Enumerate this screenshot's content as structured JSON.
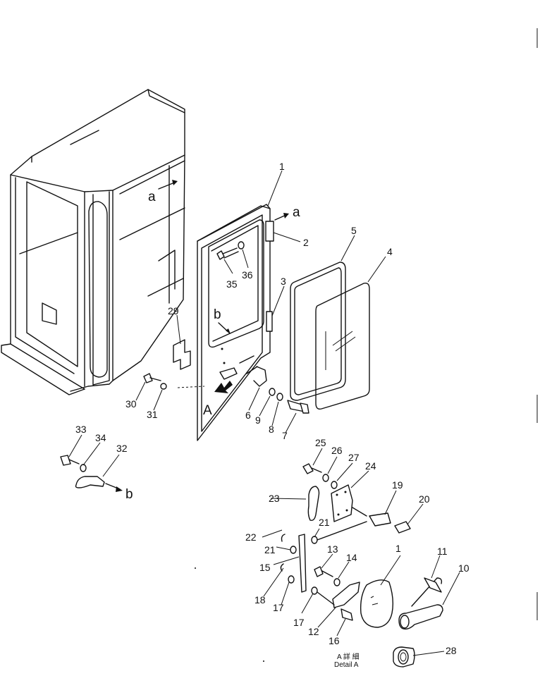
{
  "callouts": [
    {
      "id": "c1",
      "text": "1"
    },
    {
      "id": "c2",
      "text": "2"
    },
    {
      "id": "c3",
      "text": "3"
    },
    {
      "id": "c4",
      "text": "4"
    },
    {
      "id": "c5",
      "text": "5"
    },
    {
      "id": "c6",
      "text": "6"
    },
    {
      "id": "c7",
      "text": "7"
    },
    {
      "id": "c8",
      "text": "8"
    },
    {
      "id": "c9",
      "text": "9"
    },
    {
      "id": "c10",
      "text": "10"
    },
    {
      "id": "c11",
      "text": "11"
    },
    {
      "id": "c12",
      "text": "12"
    },
    {
      "id": "c13",
      "text": "13"
    },
    {
      "id": "c14",
      "text": "14"
    },
    {
      "id": "c15",
      "text": "15"
    },
    {
      "id": "c16",
      "text": "16"
    },
    {
      "id": "c17a",
      "text": "17"
    },
    {
      "id": "c17b",
      "text": "17"
    },
    {
      "id": "c18",
      "text": "18"
    },
    {
      "id": "c19",
      "text": "19"
    },
    {
      "id": "c20",
      "text": "20"
    },
    {
      "id": "c21a",
      "text": "21"
    },
    {
      "id": "c21b",
      "text": "21"
    },
    {
      "id": "c22",
      "text": "22"
    },
    {
      "id": "c23",
      "text": "23"
    },
    {
      "id": "c24",
      "text": "24"
    },
    {
      "id": "c25",
      "text": "25"
    },
    {
      "id": "c26",
      "text": "26"
    },
    {
      "id": "c27",
      "text": "27"
    },
    {
      "id": "c28",
      "text": "28"
    },
    {
      "id": "c29",
      "text": "29"
    },
    {
      "id": "c30",
      "text": "30"
    },
    {
      "id": "c31",
      "text": "31"
    },
    {
      "id": "c32",
      "text": "32"
    },
    {
      "id": "c33",
      "text": "33"
    },
    {
      "id": "c34",
      "text": "34"
    },
    {
      "id": "c35",
      "text": "35"
    },
    {
      "id": "c36",
      "text": "36"
    },
    {
      "id": "c1b",
      "text": "1"
    }
  ],
  "refs": {
    "a_cab": "a",
    "a_door": "a",
    "b_door": "b",
    "b_handle": "b",
    "A_door": "A"
  },
  "detail": {
    "caption_jp": "A 詳 細",
    "caption_en": "Detail A"
  }
}
